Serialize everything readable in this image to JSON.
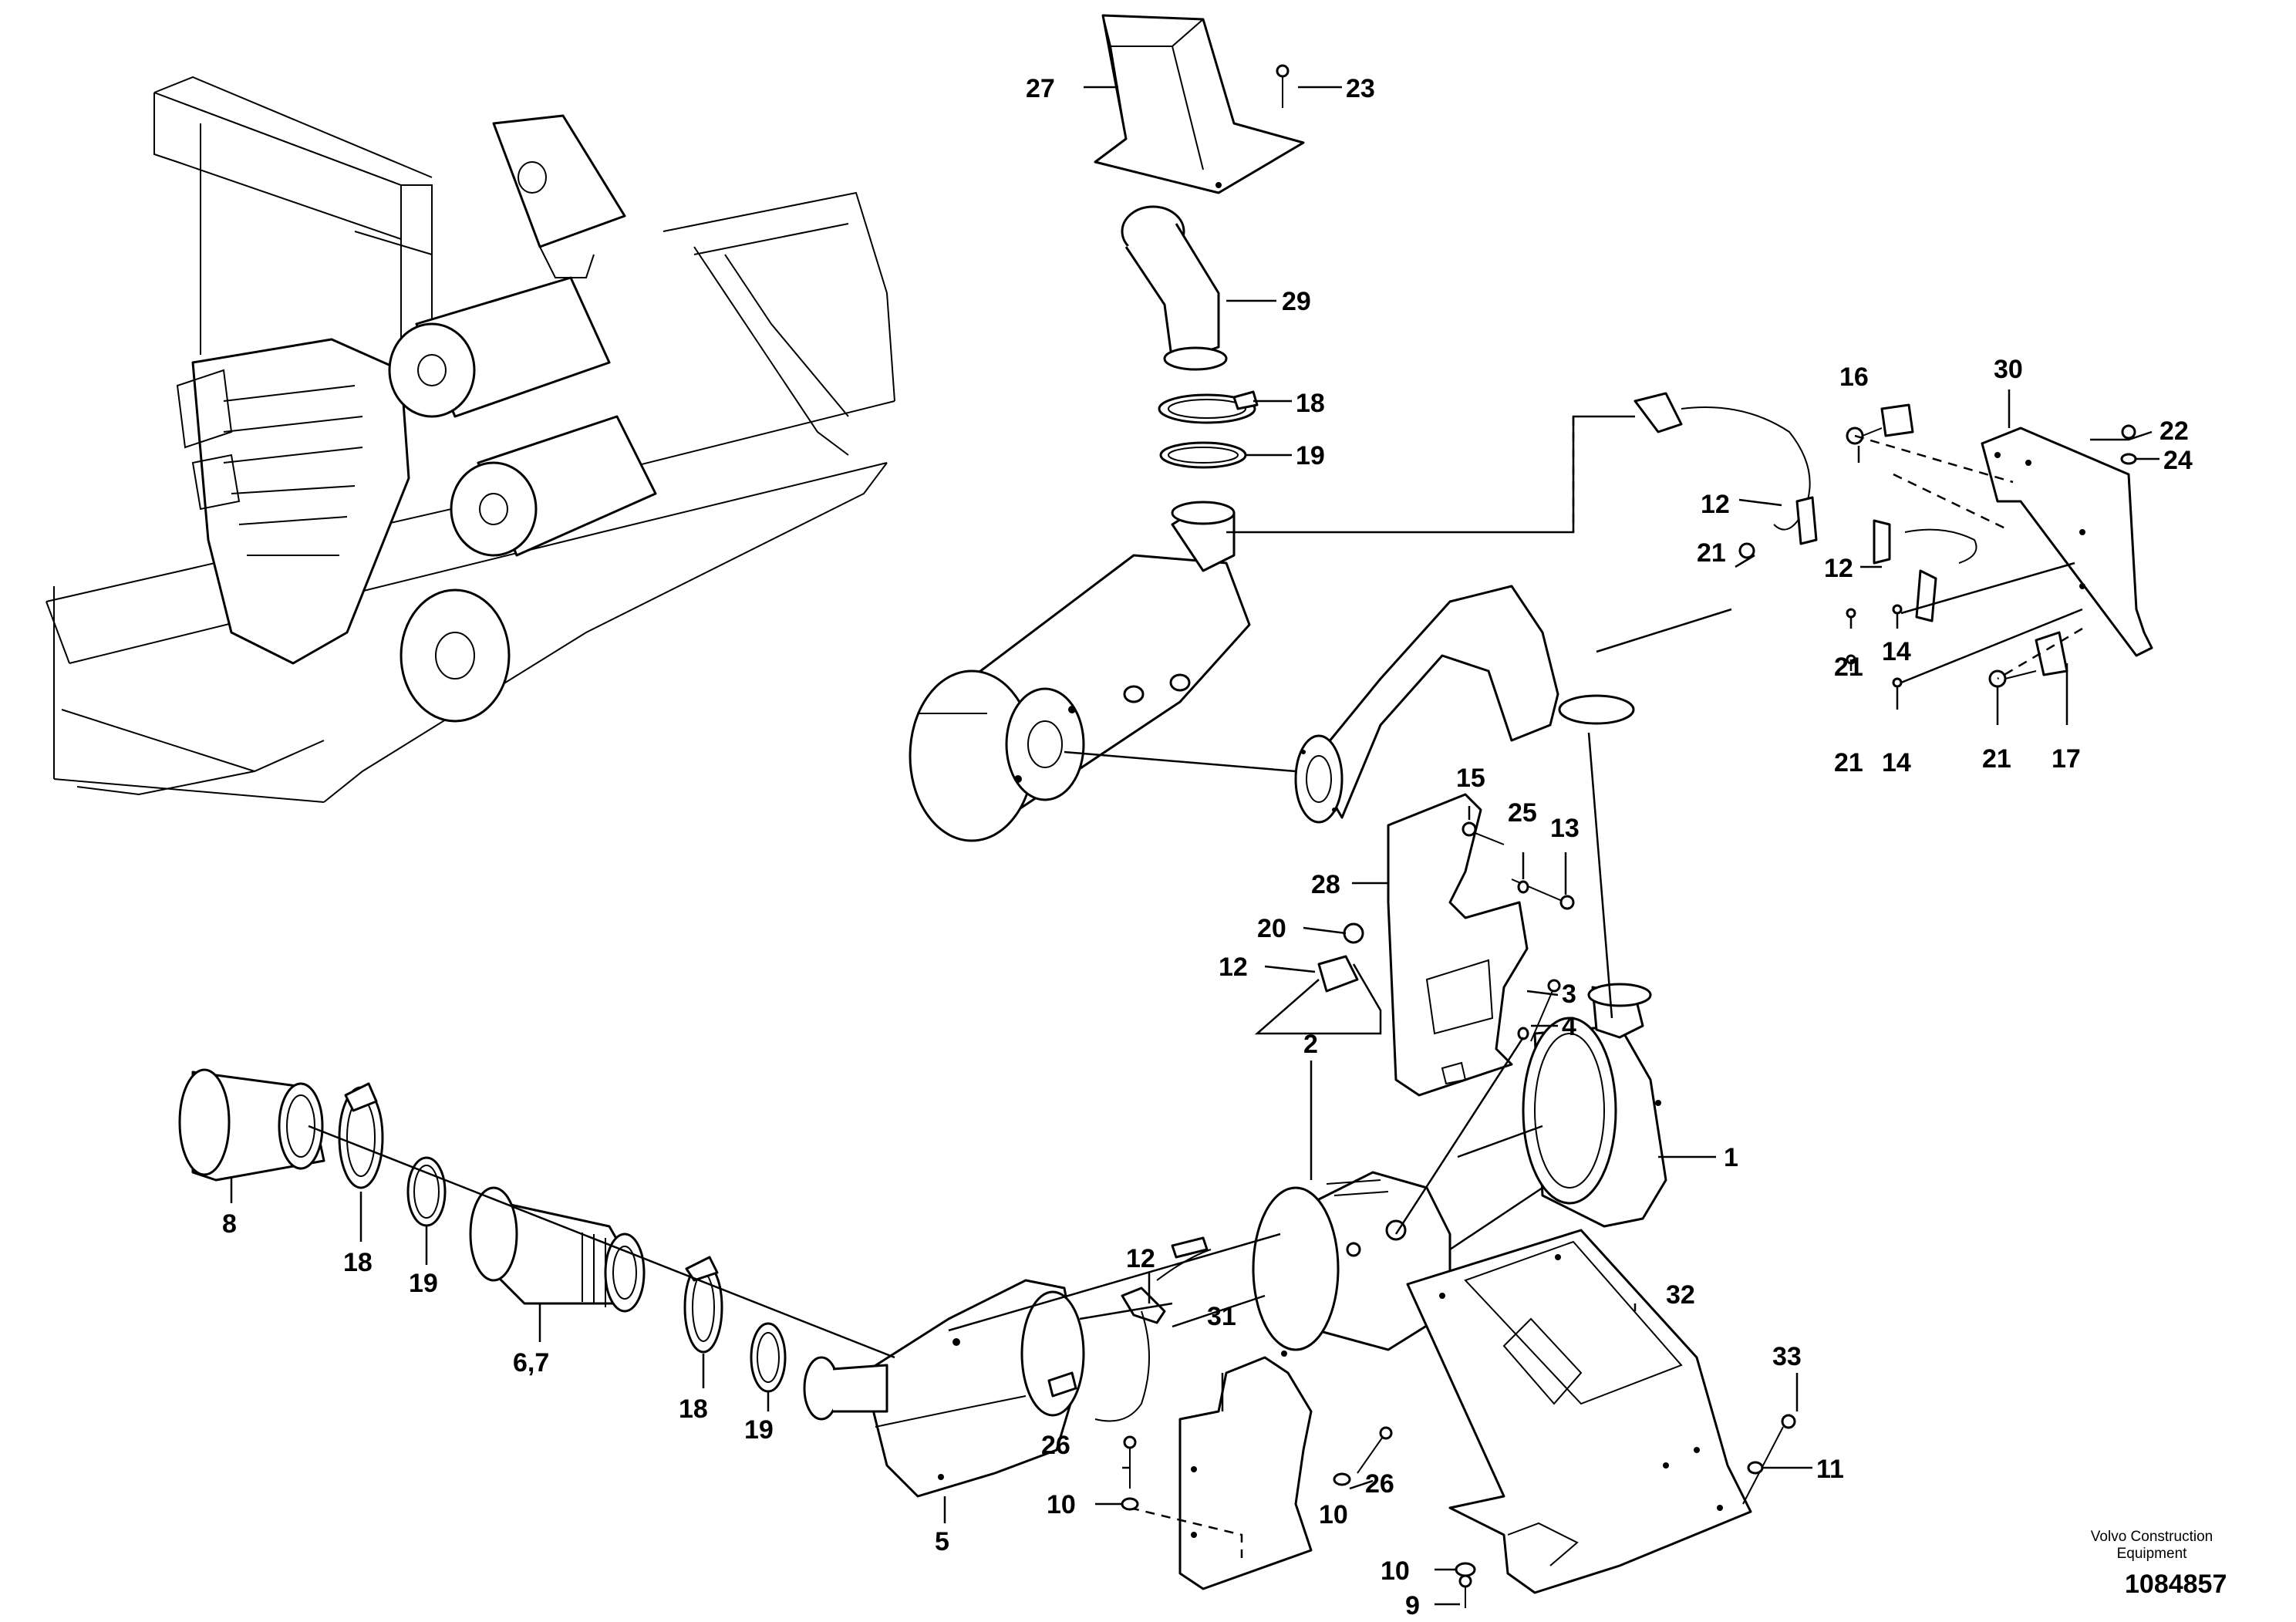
{
  "callouts": {
    "c1": "1",
    "c2": "2",
    "c3": "3",
    "c4": "4",
    "c5": "5",
    "c67": "6,7",
    "c8": "8",
    "c9": "9",
    "c10a": "10",
    "c10b": "10",
    "c10c": "10",
    "c11": "11",
    "c12a": "12",
    "c12b": "12",
    "c12c": "12",
    "c12d": "12",
    "c13": "13",
    "c14a": "14",
    "c14b": "14",
    "c15": "15",
    "c16": "16",
    "c17": "17",
    "c18a": "18",
    "c18b": "18",
    "c18c": "18",
    "c19a": "19",
    "c19b": "19",
    "c19c": "19",
    "c20": "20",
    "c21a": "21",
    "c21b": "21",
    "c21c": "21",
    "c21d": "21",
    "c22": "22",
    "c23": "23",
    "c24": "24",
    "c25": "25",
    "c26a": "26",
    "c26b": "26",
    "c27": "27",
    "c28": "28",
    "c29": "29",
    "c30": "30",
    "c31": "31",
    "c32": "32",
    "c33": "33"
  },
  "footer": {
    "credit_line1": "Volvo Construction",
    "credit_line2": "Equipment",
    "doc_number": "1084857"
  }
}
